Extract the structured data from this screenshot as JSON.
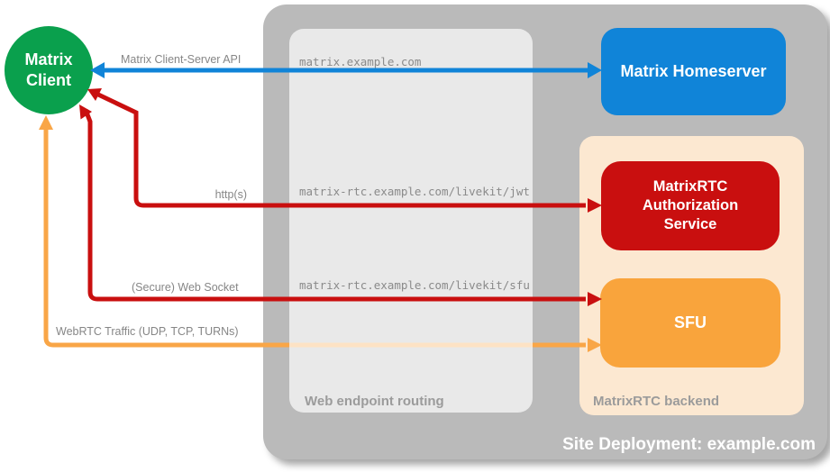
{
  "title": "Site Deployment: example.com",
  "colors": {
    "client_green": "#0aa04d",
    "homeserver_blue": "#1084d8",
    "auth_red": "#c90f0f",
    "sfu_orange": "#f9a43c",
    "webrtc_line_orange": "#f9a647",
    "outer_gray": "#bababa",
    "routing_box_gray": "#e9e9e9",
    "backend_peach": "#fce8d1",
    "label_gray": "#868686",
    "white": "#ffffff"
  },
  "nodes": {
    "matrix_client": {
      "line1": "Matrix",
      "line2": "Client"
    },
    "matrix_homeserver": {
      "label": "Matrix Homeserver"
    },
    "auth_service": {
      "line1": "MatrixRTC",
      "line2": "Authorization",
      "line3": "Service"
    },
    "sfu": {
      "label": "SFU"
    }
  },
  "groups": {
    "web_endpoint_routing": {
      "label": "Web endpoint routing"
    },
    "matrixrtc_backend": {
      "label": "MatrixRTC backend"
    }
  },
  "routes": {
    "client_server": "matrix.example.com",
    "livekit_jwt": "matrix-rtc.example.com/livekit/jwt",
    "livekit_sfu": "matrix-rtc.example.com/livekit/sfu"
  },
  "connections": {
    "client_server_api": {
      "label": "Matrix Client-Server API",
      "color": "#1084d8"
    },
    "https": {
      "label": "http(s)",
      "color": "#c90f0f"
    },
    "web_socket": {
      "label": "(Secure) Web Socket",
      "color": "#c90f0f"
    },
    "webrtc": {
      "label": "WebRTC Traffic (UDP, TCP, TURNs)",
      "color": "#f9a647"
    }
  }
}
